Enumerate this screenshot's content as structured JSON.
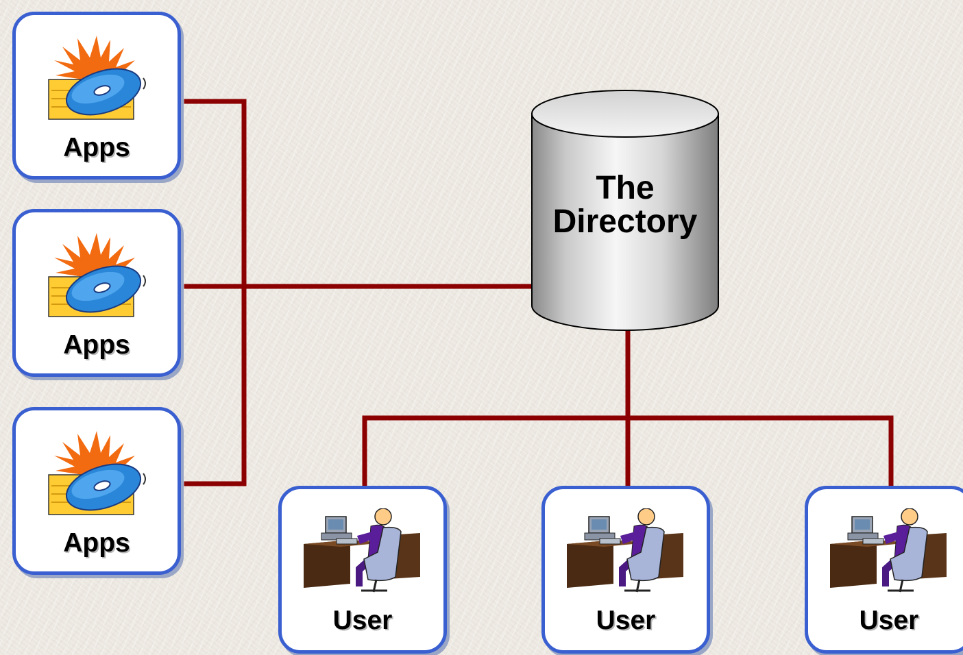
{
  "diagram": {
    "directory": {
      "label_line1": "The",
      "label_line2": "Directory",
      "icon": "database-cylinder-icon"
    },
    "apps": [
      {
        "label": "Apps",
        "icon": "app-disc-sunburst-icon"
      },
      {
        "label": "Apps",
        "icon": "app-disc-sunburst-icon"
      },
      {
        "label": "Apps",
        "icon": "app-disc-sunburst-icon"
      }
    ],
    "users": [
      {
        "label": "User",
        "icon": "user-at-workstation-icon"
      },
      {
        "label": "User",
        "icon": "user-at-workstation-icon"
      },
      {
        "label": "User",
        "icon": "user-at-workstation-icon"
      }
    ]
  },
  "colors": {
    "connector": "#8b0000",
    "node_border": "#3a5fd0",
    "node_fill": "#ffffff",
    "background": "#ece8e1"
  }
}
